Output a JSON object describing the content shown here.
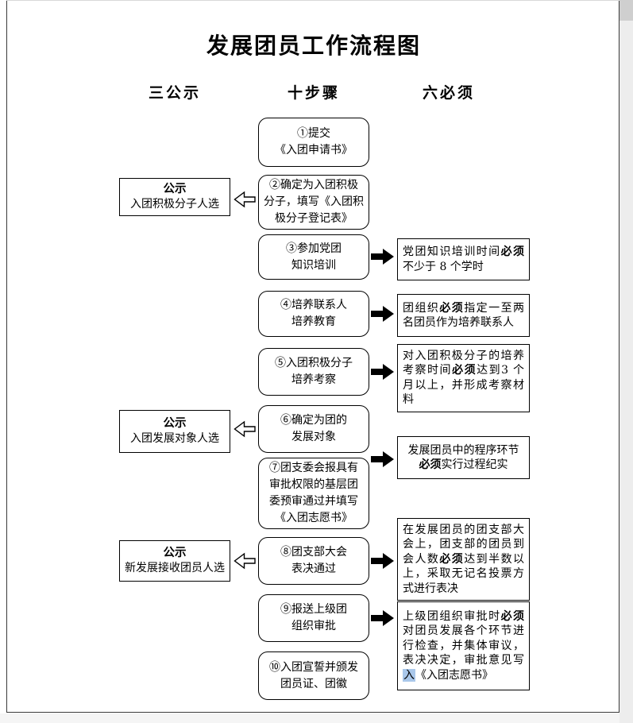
{
  "title": "发展团员工作流程图",
  "columns": {
    "left": "三公示",
    "middle": "十步骤",
    "right": "六必须"
  },
  "steps": [
    {
      "label": "①提交\n《入团申请书》"
    },
    {
      "label": "②确定为入团积极\n分子，填写《入团积\n极分子登记表》"
    },
    {
      "label": "③参加党团\n知识培训"
    },
    {
      "label": "④培养联系人\n培养教育"
    },
    {
      "label": "⑤入团积极分子\n培养考察"
    },
    {
      "label": "⑥确定为团的\n发展对象"
    },
    {
      "label": "⑦团支委会报具有\n审批权限的基层团\n委预审通过并填写\n《入团志愿书》"
    },
    {
      "label": "⑧团支部大会\n表决通过"
    },
    {
      "label": "⑨报送上级团\n组织审批"
    },
    {
      "label": "⑩入团宣誓并颁发\n团员证、团徽"
    }
  ],
  "announcements": [
    {
      "title": "公示",
      "body": "入团积极分子人选"
    },
    {
      "title": "公示",
      "body": "入团发展对象人选"
    },
    {
      "title": "公示",
      "body": "新发展接收团员人选"
    }
  ],
  "musts": [
    {
      "segments": [
        {
          "t": "党团知识培训时间"
        },
        {
          "t": "必须",
          "b": true
        },
        {
          "t": "不少于 8 个学时"
        }
      ]
    },
    {
      "segments": [
        {
          "t": "团组织"
        },
        {
          "t": "必须",
          "b": true
        },
        {
          "t": "指定一至两名团员作为培养联系人"
        }
      ]
    },
    {
      "segments": [
        {
          "t": "对入团积极分子的培养考察时间"
        },
        {
          "t": "必须",
          "b": true
        },
        {
          "t": "达到3 个月以上，并形成考察材料"
        }
      ]
    },
    {
      "segments": [
        {
          "t": "发展团员中的程序环节"
        },
        {
          "t": "必须",
          "b": true
        },
        {
          "t": "实行过程纪实"
        }
      ]
    },
    {
      "segments": [
        {
          "t": "在发展团员的团支部大会上，团支部的团员到会人数"
        },
        {
          "t": "必须",
          "b": true
        },
        {
          "t": "达到半数以上，采取无记名投票方式进行表决"
        }
      ]
    },
    {
      "segments": [
        {
          "t": "上级团组织审批时"
        },
        {
          "t": "必须",
          "b": true
        },
        {
          "t": "对团员发展各个环节进行检查，并集体审议，表决决定，审批意见写"
        },
        {
          "t": "入",
          "hl": true
        },
        {
          "t": "《入团志愿书》"
        }
      ]
    }
  ],
  "colors": {
    "highlight": "#a9c7ea",
    "line": "#000000"
  }
}
